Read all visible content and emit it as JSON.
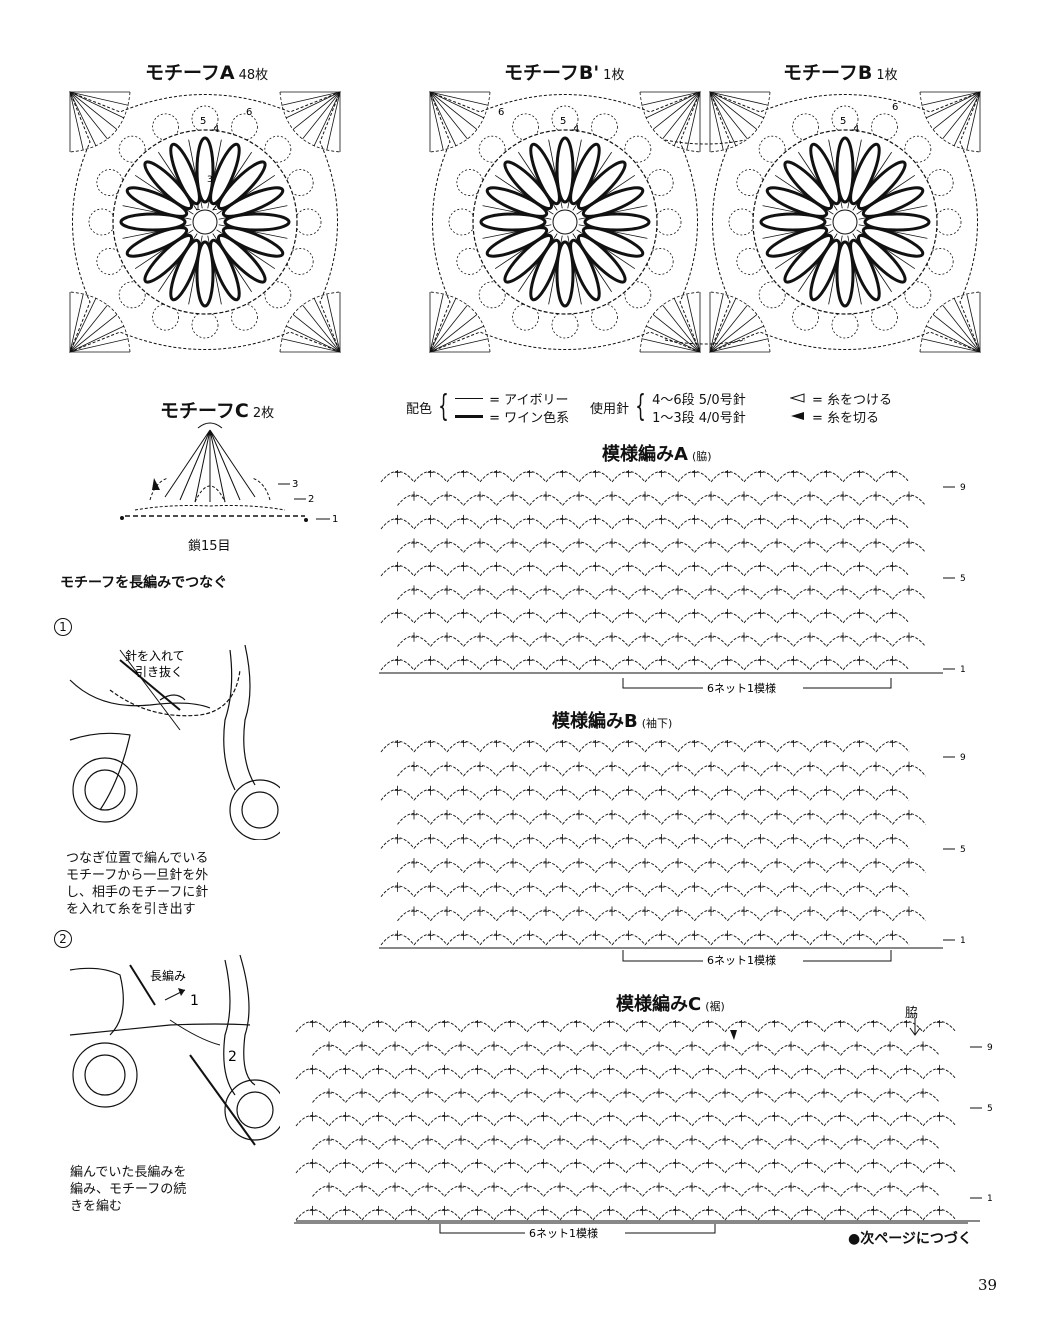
{
  "motifs": {
    "a": {
      "name": "モチーフA",
      "count": "48枚"
    },
    "b_prime": {
      "name": "モチーフB'",
      "count": "1枚"
    },
    "b": {
      "name": "モチーフB",
      "count": "1枚"
    },
    "c": {
      "name": "モチーフC",
      "count": "2枚",
      "chain_label": "鎖15目"
    },
    "round_labels": [
      "1",
      "2",
      "3",
      "4",
      "5",
      "6"
    ]
  },
  "legend": {
    "color_label": "配色",
    "color_items": [
      {
        "line": "thin",
        "text": "= アイボリー"
      },
      {
        "line": "thick",
        "text": "= ワイン色系"
      }
    ],
    "needle_label": "使用針",
    "needle_items": [
      "4〜6段 5/0号針",
      "1〜3段 4/0号針"
    ],
    "thread_attach": "= 糸をつける",
    "thread_cut": "= 糸を切る"
  },
  "join": {
    "title": "モチーフを長編みでつなぐ",
    "step1": {
      "number": "1",
      "callout": [
        "針を入れて",
        "引き抜く"
      ],
      "text": [
        "つなぎ位置で編んでいる",
        "モチーフから一旦針を外",
        "し、相手のモチーフに針",
        "を入れて糸を引き出す"
      ]
    },
    "step2": {
      "number": "2",
      "callout": "長編み",
      "arrow1": "1",
      "arrow2": "2",
      "text": [
        "編んでいた長編みを",
        "編み、モチーフの続",
        "きを編む"
      ]
    }
  },
  "patterns": {
    "a": {
      "title": "模様編みA",
      "note": "(脇)",
      "repeat": "6ネット1模様"
    },
    "b": {
      "title": "模様編みB",
      "note": "(袖下)",
      "repeat": "6ネット1模様"
    },
    "c": {
      "title": "模様編みC",
      "note": "(裾)",
      "repeat": "6ネット1模様",
      "side_label": "脇"
    },
    "row_labels": [
      "9",
      "5",
      "1"
    ]
  },
  "continue_note": "●次ページにつづく",
  "page_number": "39"
}
